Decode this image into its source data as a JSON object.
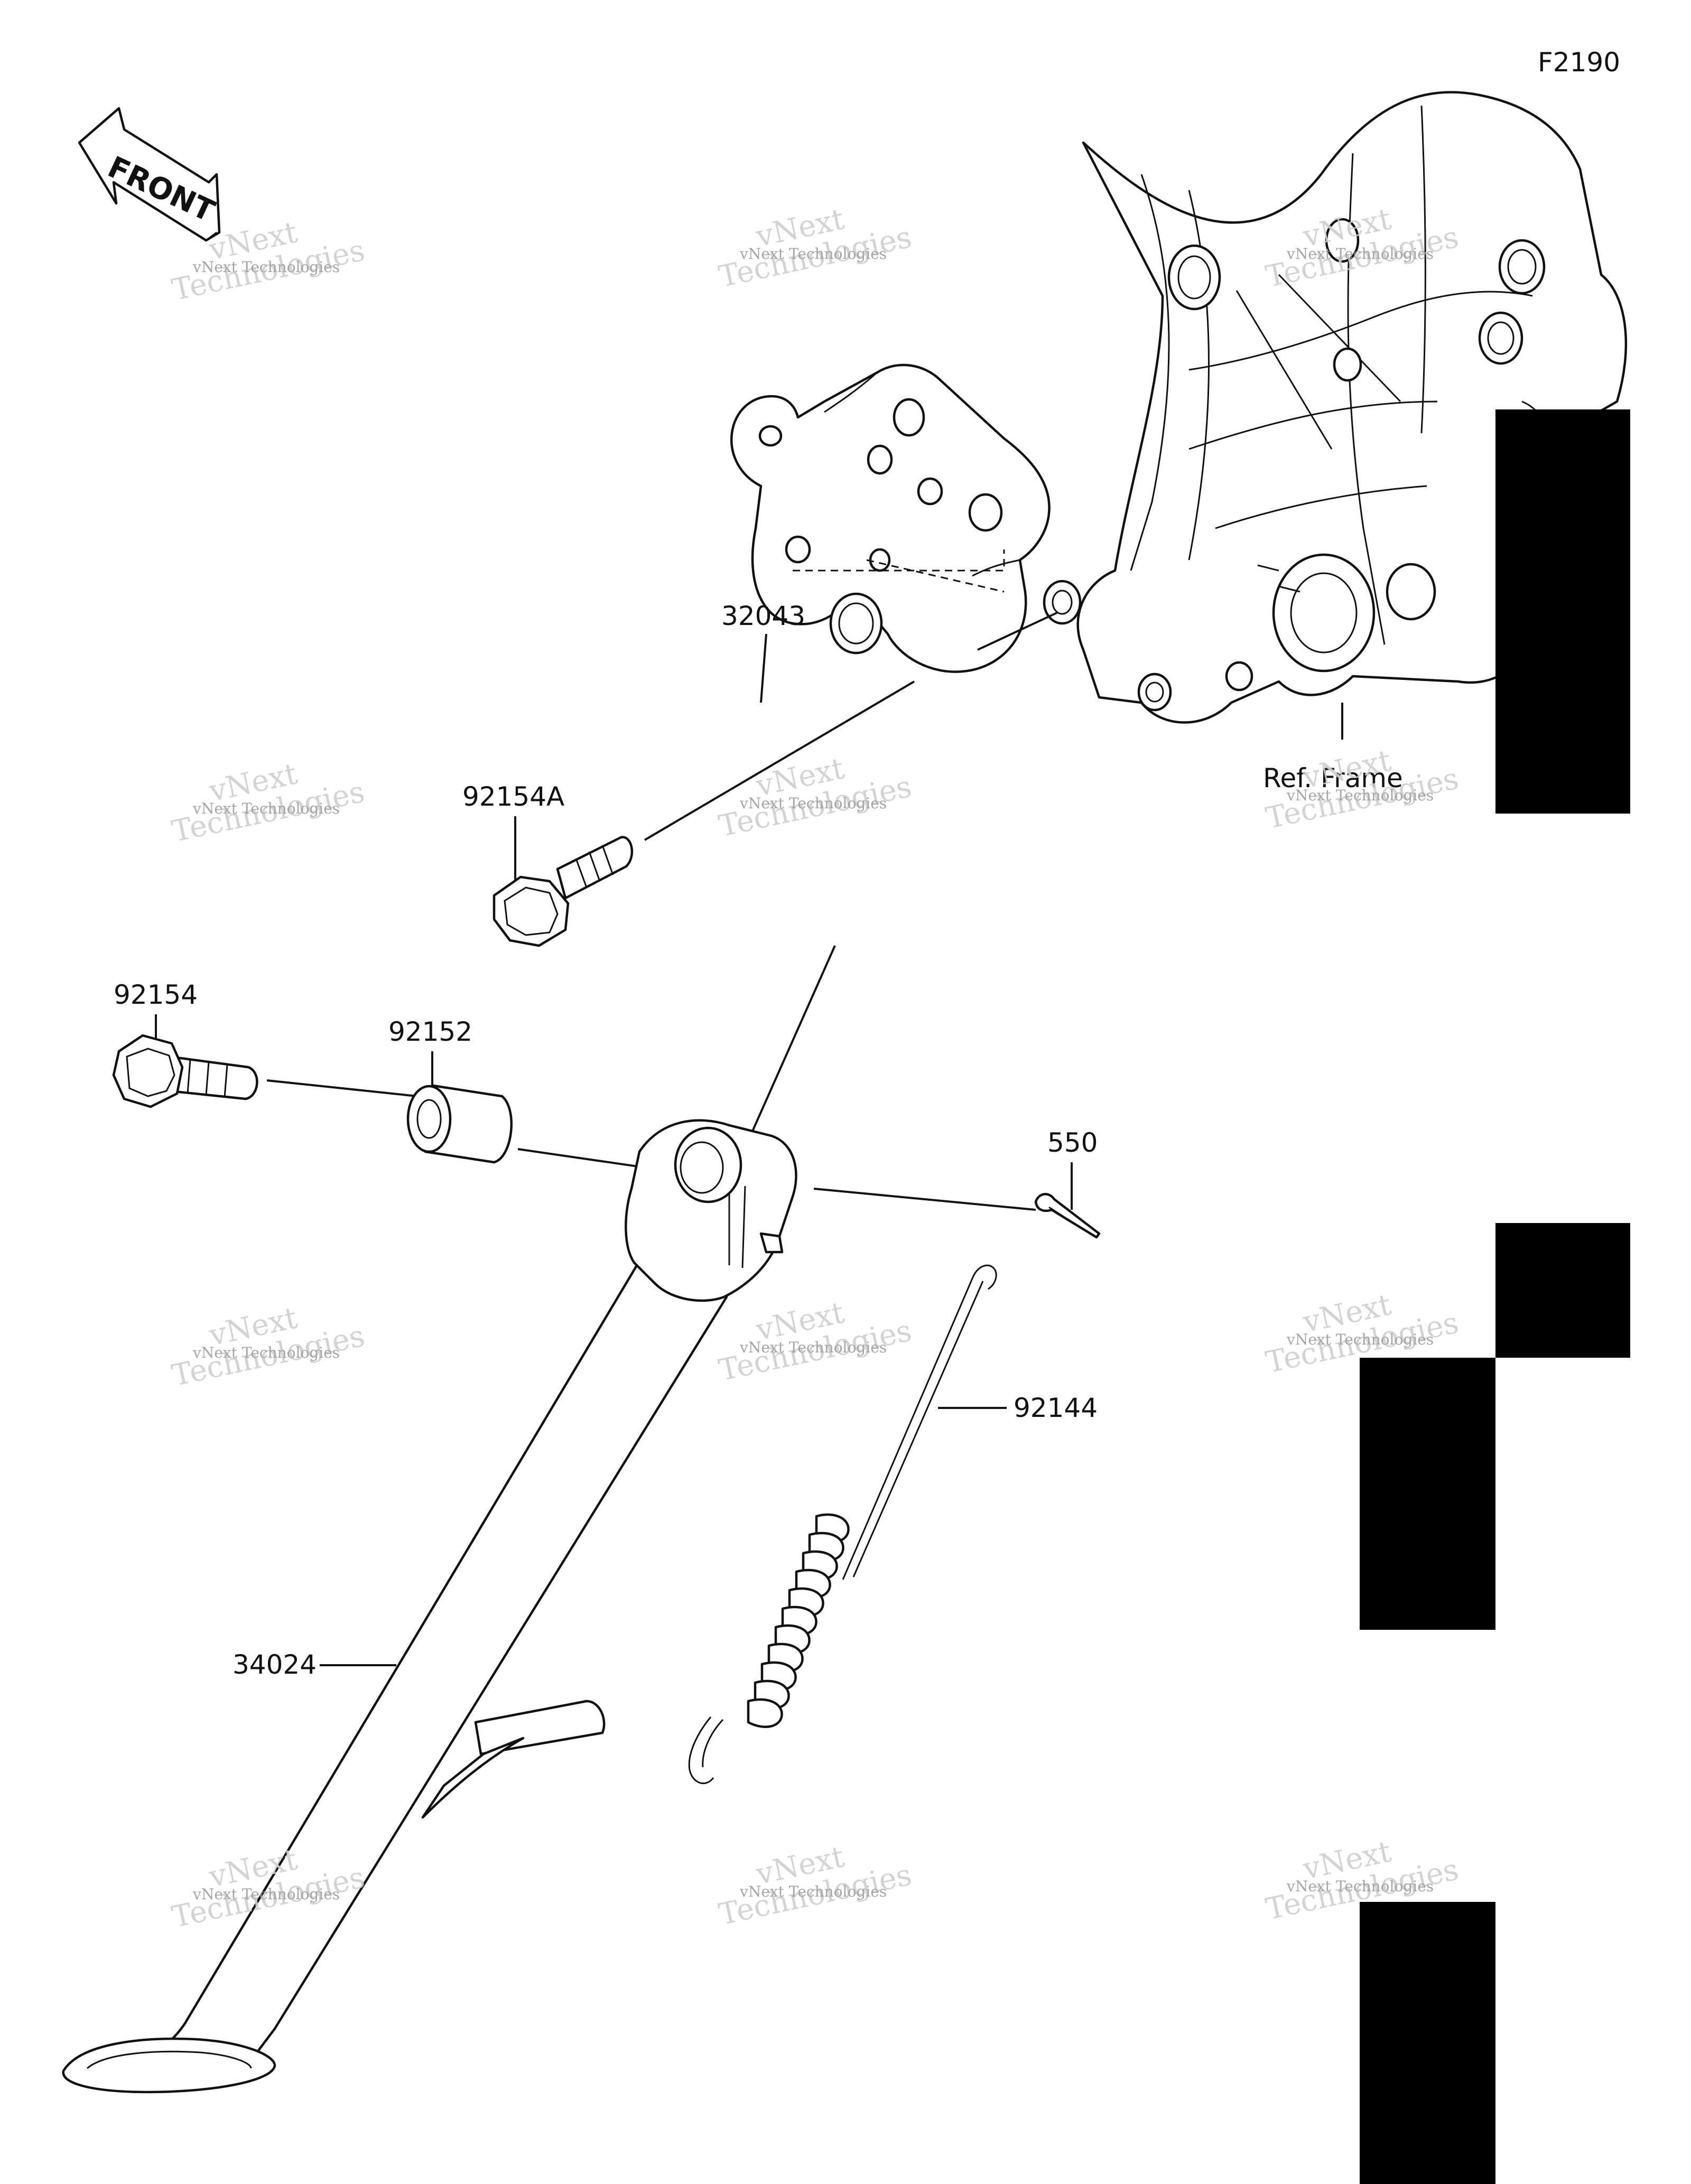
{
  "diagram": {
    "figure_code": "F2190",
    "front_arrow_label": "FRONT",
    "watermark": {
      "line1": "vNext Technologies",
      "line2": "Technologies",
      "line3": "vNext"
    },
    "parts": [
      {
        "id": "32043",
        "label": "32043"
      },
      {
        "id": "92154A",
        "label": "92154A"
      },
      {
        "id": "92154",
        "label": "92154"
      },
      {
        "id": "92152",
        "label": "92152"
      },
      {
        "id": "550",
        "label": "550"
      },
      {
        "id": "92144",
        "label": "92144"
      },
      {
        "id": "34024",
        "label": "34024"
      },
      {
        "id": "ref-frame",
        "label": "Ref. Frame"
      }
    ]
  }
}
